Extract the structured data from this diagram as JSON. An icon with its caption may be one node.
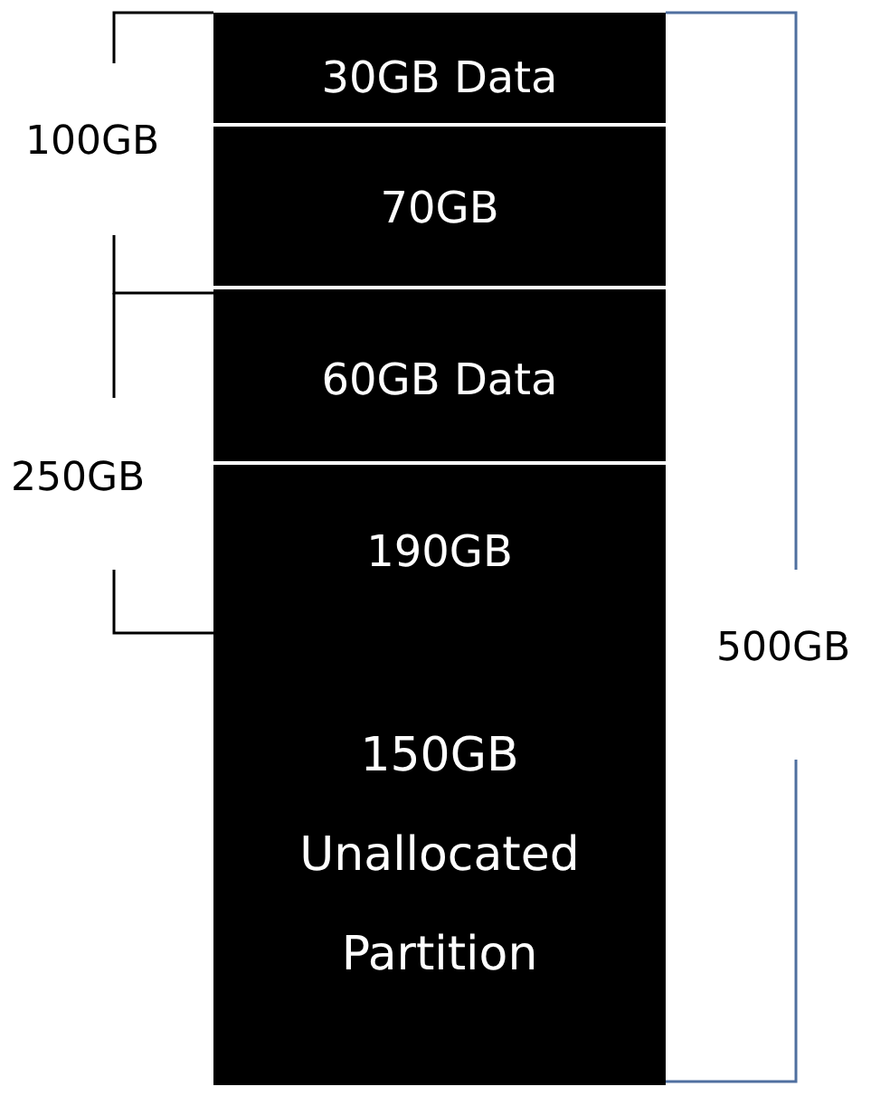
{
  "diagram": {
    "nodes": [
      {
        "text": [
          "30GB Data"
        ]
      },
      {
        "text": [
          "70GB"
        ]
      },
      {
        "text": [
          "60GB Data"
        ]
      },
      {
        "text": [
          "190GB",
          "150GB Unallocated Partition"
        ]
      }
    ],
    "labels": [
      "100GB",
      "250GB",
      "500GB"
    ]
  }
}
